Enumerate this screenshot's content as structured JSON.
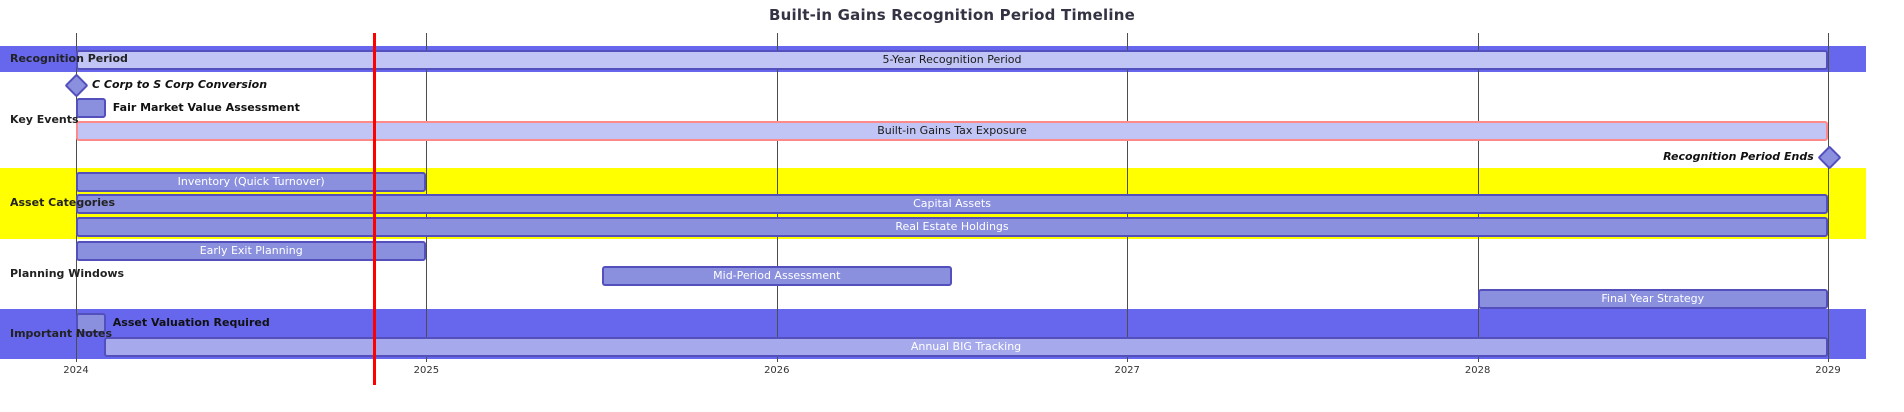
{
  "title": "Built-in Gains Recognition Period Timeline",
  "chart_data": {
    "type": "gantt",
    "title": "Built-in Gains Recognition Period Timeline",
    "x_axis": {
      "tick_labels": [
        "2024",
        "2025",
        "2026",
        "2027",
        "2028",
        "2029"
      ],
      "tick_years": [
        2024,
        2025,
        2026,
        2027,
        2028,
        2029
      ],
      "range": [
        2024,
        2029.11
      ],
      "grid": true
    },
    "today_marker": {
      "year": 2024.853,
      "color": "#ff0000"
    },
    "sections": [
      {
        "label": "Recognition Period",
        "band_color": "#6767ee"
      },
      {
        "label": "Key Events",
        "band_color": null
      },
      {
        "label": "Asset Categories",
        "band_color": "#ffff00"
      },
      {
        "label": "Planning Windows",
        "band_color": null
      },
      {
        "label": "Important Notes",
        "band_color": "#6767ee"
      }
    ],
    "tasks": [
      {
        "section": 0,
        "label": "5-Year Recognition Period",
        "type": "bar",
        "start": 2024,
        "end": 2029,
        "style": "light",
        "text": "inside"
      },
      {
        "section": 1,
        "label": "C Corp to S Corp Conversion",
        "type": "milestone",
        "start": 2024,
        "end": 2024,
        "style": "dark",
        "text": "after"
      },
      {
        "section": 1,
        "label": "Fair Market Value Assessment",
        "type": "bar",
        "start": 2024,
        "end": 2024.085,
        "style": "dark",
        "text": "after"
      },
      {
        "section": 1,
        "label": "Built-in Gains Tax Exposure",
        "type": "bar",
        "start": 2024,
        "end": 2029,
        "style": "crit",
        "text": "inside"
      },
      {
        "section": 1,
        "label": "Recognition Period Ends",
        "type": "milestone",
        "start": 2029.005,
        "end": 2029.005,
        "style": "dark",
        "text": "before"
      },
      {
        "section": 2,
        "label": "Inventory (Quick Turnover)",
        "type": "bar",
        "start": 2024,
        "end": 2025,
        "style": "dark",
        "text": "inside"
      },
      {
        "section": 2,
        "label": "Capital Assets",
        "type": "bar",
        "start": 2024,
        "end": 2029,
        "style": "dark",
        "text": "inside"
      },
      {
        "section": 2,
        "label": "Real Estate Holdings",
        "type": "bar",
        "start": 2024,
        "end": 2029,
        "style": "dark",
        "text": "inside"
      },
      {
        "section": 3,
        "label": "Early Exit Planning",
        "type": "bar",
        "start": 2024,
        "end": 2025,
        "style": "dark",
        "text": "inside"
      },
      {
        "section": 3,
        "label": "Mid-Period Assessment",
        "type": "bar",
        "start": 2025.5,
        "end": 2026.5,
        "style": "dark",
        "text": "inside"
      },
      {
        "section": 3,
        "label": "Final Year Strategy",
        "type": "bar",
        "start": 2028,
        "end": 2029,
        "style": "dark",
        "text": "inside"
      },
      {
        "section": 4,
        "label": "Asset Valuation Required",
        "type": "bar",
        "start": 2024,
        "end": 2024.085,
        "style": "dark",
        "text": "after"
      },
      {
        "section": 4,
        "label": "Annual BIG Tracking",
        "type": "bar",
        "start": 2024.08,
        "end": 2029,
        "style": "mid",
        "text": "inside"
      }
    ],
    "styles": {
      "light": {
        "fill": "#c1c5f6",
        "stroke": "#534fbc",
        "text_color": "#1a1a1a"
      },
      "mid": {
        "fill": "#a6aaec",
        "stroke": "#534fbc",
        "text_color": "#ffffff"
      },
      "dark": {
        "fill": "#8a90dd",
        "stroke": "#534fbc",
        "text_color": "#ffffff"
      },
      "crit": {
        "fill": "#c1c5f6",
        "stroke": "#ff8888",
        "text_color": "#1a1a1a"
      }
    }
  }
}
